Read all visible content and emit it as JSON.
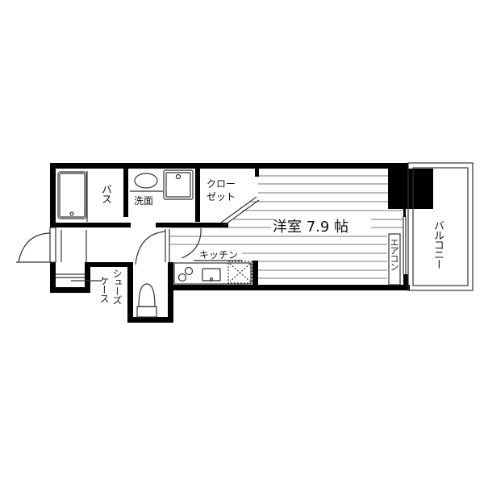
{
  "floorplan": {
    "rooms": {
      "bath": "バス",
      "washroom": "洗面",
      "closet_line1": "クロー",
      "closet_line2": "ゼット",
      "western_room": "洋室 7.9 帖",
      "kitchen": "キッチン",
      "shoe_case_line1": "シューズ",
      "shoe_case_line2": "ケース",
      "aircon": "エアコン",
      "balcony": "バルコニー"
    },
    "colors": {
      "wall": "#000000",
      "line": "#555555",
      "background": "#ffffff"
    }
  }
}
